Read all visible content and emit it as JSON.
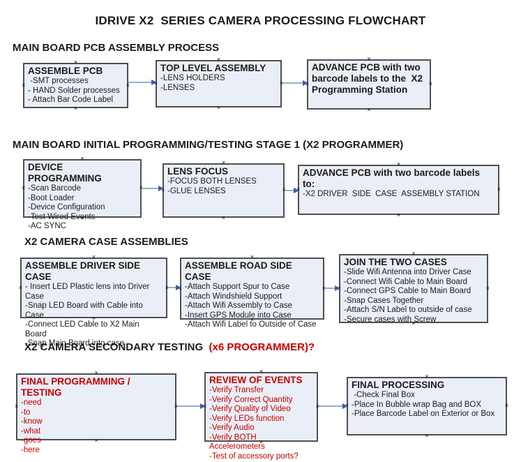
{
  "title": "IDRIVE X2  SERIES CAMERA PROCESSING FLOWCHART",
  "colors": {
    "box_fill": "#EAEEF6",
    "box_border": "#4F4F52",
    "connector_line": "#98ACCC",
    "arrowhead": "#3E5FA6",
    "red_text": "#C00000",
    "text": "#1B1B1B"
  },
  "icons": {
    "connector_anchor": "×",
    "flow_arrowhead": "right-triangle"
  },
  "sections": [
    {
      "header": "MAIN BOARD PCB ASSEMBLY PROCESS",
      "boxes": [
        {
          "title": "ASSEMBLE PCB",
          "items": [
            " -SMT processes",
            "- HAND Solder processes",
            "- Attach Bar Code Label"
          ]
        },
        {
          "title": "TOP LEVEL ASSEMBLY",
          "items": [
            "-LENS HOLDERS",
            "-LENSES"
          ]
        },
        {
          "title": "ADVANCE PCB with two barcode labels to the  X2 Programming Station",
          "items": []
        }
      ]
    },
    {
      "header": "MAIN BOARD INITIAL PROGRAMMING/TESTING STAGE 1 (X2 PROGRAMMER)",
      "boxes": [
        {
          "title": "DEVICE PROGRAMMING",
          "items": [
            "-Scan Barcode",
            "-Boot Loader",
            "-Device Configuration",
            "-Test Wired Events",
            "-AC SYNC"
          ]
        },
        {
          "title": "LENS FOCUS",
          "items": [
            "-FOCUS BOTH LENSES",
            "-GLUE LENSES"
          ]
        },
        {
          "title": "ADVANCE PCB with two barcode labels to:",
          "items": [
            "-X2 DRIVER  SIDE  CASE  ASSEMBLY STATION"
          ]
        }
      ]
    },
    {
      "header": "X2 CAMERA CASE ASSEMBLIES",
      "boxes": [
        {
          "title": "ASSEMBLE DRIVER SIDE CASE",
          "items": [
            "- Insert LED Plastic lens into Driver Case",
            "-Snap LED Board with Cable into Case",
            "-Connect LED Cable to X2 Main Board",
            "-Snap Main Board into case"
          ]
        },
        {
          "title": "ASSEMBLE ROAD SIDE CASE",
          "items": [
            "-Attach Support Spur to Case",
            "-Attach Windshield Support",
            "-Attach Wifi Assembly to Case",
            "-Insert GPS Module into Case",
            "-Attach Wifi Label to Outside of Case"
          ]
        },
        {
          "title": "JOIN THE TWO CASES",
          "items": [
            "-Slide Wifi Antenna into Driver Case",
            "-Connect Wifi Cable to Main Board",
            "-Connect GPS Cable to Main Board",
            "-Snap Cases Together",
            "-Attach S/N Label to outside of case",
            "-Secure cases with Screw"
          ]
        }
      ]
    },
    {
      "header_black": "X2 CAMERA SECONDARY TESTING  ",
      "header_red": "(x6 PROGRAMMER)?",
      "boxes": [
        {
          "title": "FINAL PROGRAMMING / TESTING",
          "items": [
            "-need",
            "-to",
            "-know",
            "-what",
            "-goes",
            "-here"
          ]
        },
        {
          "title": "REVIEW OF EVENTS",
          "items": [
            "-Verify Transfer",
            "-Verify Correct Quantity",
            "-Verify Quality of Video",
            "-Verify LEDs function",
            "-Verify Audio",
            "-Verify BOTH Accelerometers",
            "-Test of accessory ports?"
          ]
        },
        {
          "title": "FINAL PROCESSING",
          "items": [
            " -Check Final Box",
            "-Place In Bubble wrap Bag and BOX",
            "-Place Barcode Label on Exterior or Box"
          ]
        }
      ]
    }
  ]
}
